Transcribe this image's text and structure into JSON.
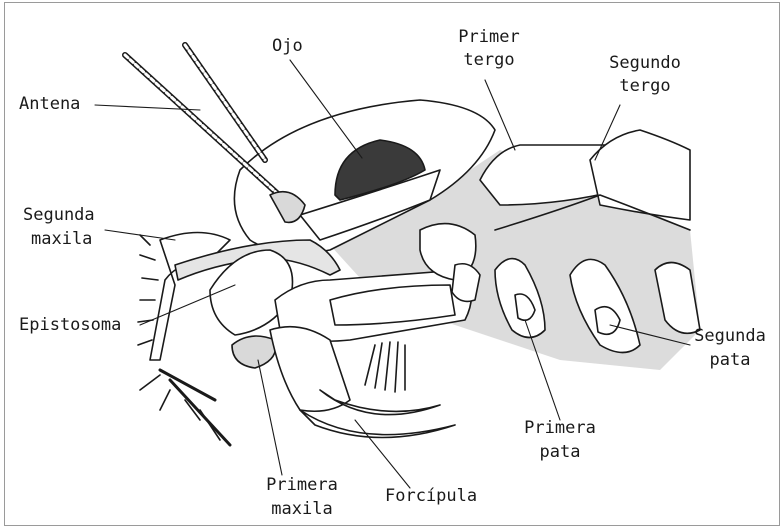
{
  "labels": {
    "ojo": "Ojo",
    "primer_tergo_1": "Primer",
    "primer_tergo_2": "tergo",
    "segundo_tergo_1": "Segundo",
    "segundo_tergo_2": "tergo",
    "antena": "Antena",
    "segunda_maxila_1": "Segunda",
    "segunda_maxila_2": "maxila",
    "epistosoma": "Epistosoma",
    "segunda_pata_1": "Segunda",
    "segunda_pata_2": "pata",
    "primera_pata_1": "Primera",
    "primera_pata_2": "pata",
    "primera_maxila_1": "Primera",
    "primera_maxila_2": "maxila",
    "forcipula": "Forcípula"
  },
  "colors": {
    "ink": "#1a1a1a",
    "shade": "#d9d9d9",
    "eye": "#3a3a3a",
    "border": "#9a9a9a"
  }
}
